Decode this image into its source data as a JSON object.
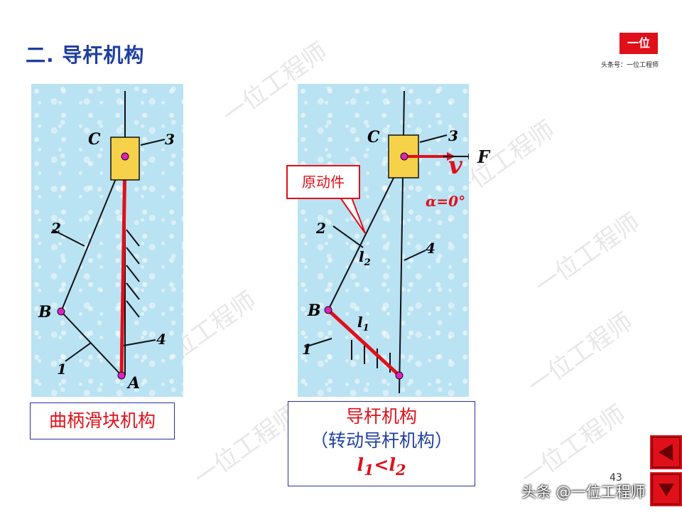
{
  "slide": {
    "title": "二. 导杆机构",
    "page_number": "43"
  },
  "logo": {
    "mark": "一位",
    "caption": "头条号：一位工程师"
  },
  "watermark": {
    "text": "一位工程师"
  },
  "footer": {
    "brand": "头条 @一位工程师"
  },
  "left_figure": {
    "labels": {
      "C": "C",
      "B": "B",
      "A": "A",
      "link1": "1",
      "link2": "2",
      "link3": "3",
      "link4": "4"
    },
    "caption": "曲柄滑块机构"
  },
  "right_figure": {
    "labels": {
      "C": "C",
      "B": "B",
      "link1": "1",
      "link2": "2",
      "link3": "3",
      "link4": "4",
      "l1": "l",
      "l1_sub": "1",
      "l2": "l",
      "l2_sub": "2",
      "v": "v",
      "F": "F",
      "alpha": "α=0°"
    },
    "callout": "原动件",
    "caption_line1": "导杆机构",
    "caption_line2": "（转动导杆机构）",
    "caption_math": {
      "a": "l",
      "a_sub": "1",
      "op": "<",
      "b": "l",
      "b_sub": "2"
    }
  },
  "colors": {
    "accent": "#e0101a",
    "title_blue": "#1f3fa0",
    "slider": "#f5d24a",
    "joint": "#e020c0"
  },
  "icons": {
    "prev": "triangle-left-icon",
    "next": "triangle-down-icon"
  }
}
